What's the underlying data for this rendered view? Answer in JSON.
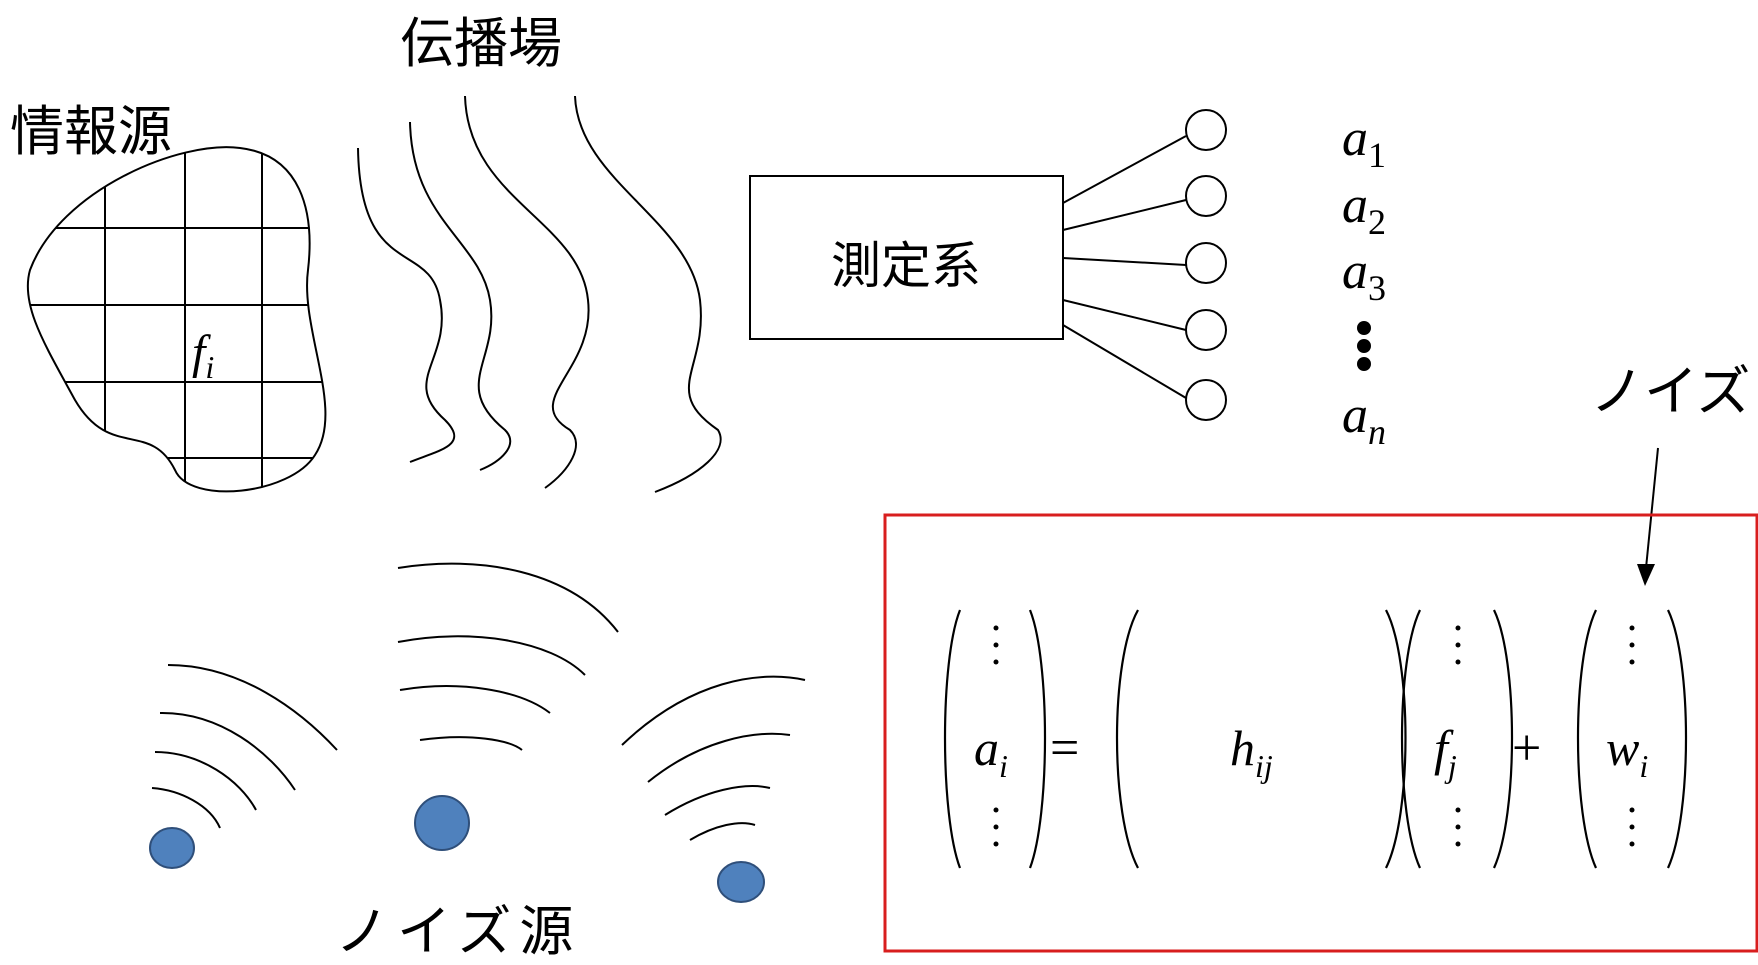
{
  "labels": {
    "propagation_field": "伝播場",
    "information_source": "情報源",
    "measurement_system": "測定系",
    "noise": "ノイズ",
    "noise_source": "ノイズ源",
    "source_element": "f",
    "source_element_sub": "i"
  },
  "measurements": [
    {
      "symbol": "a",
      "sub": "1"
    },
    {
      "symbol": "a",
      "sub": "2"
    },
    {
      "symbol": "a",
      "sub": "3"
    },
    {
      "symbol": "a",
      "sub": "n"
    }
  ],
  "equation": {
    "lhs": {
      "symbol": "a",
      "sub": "i"
    },
    "equals": "=",
    "matrix": {
      "symbol": "h",
      "sub": "ij"
    },
    "vector": {
      "symbol": "f",
      "sub": "j"
    },
    "plus": "+",
    "noise_term": {
      "symbol": "w",
      "sub": "i"
    }
  },
  "colors": {
    "highlight_box": "#d81e1e",
    "noise_dot_fill": "#4f81bd",
    "noise_dot_stroke": "#2f4f7a"
  }
}
